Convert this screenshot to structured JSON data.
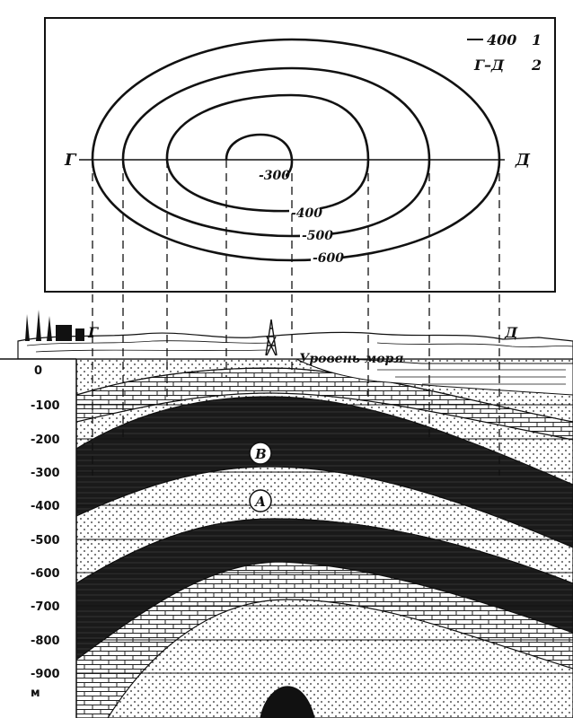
{
  "legend": {
    "isoline_sample": "400",
    "isoline_index": "1",
    "profile_sample": "Г–Д",
    "profile_index": "2"
  },
  "plan": {
    "point_left": "Г",
    "point_right": "Д",
    "contours": [
      "-300",
      "-400",
      "-500",
      "-600"
    ]
  },
  "section": {
    "point_left": "Г",
    "point_right": "Д",
    "sea_level": "Уровень моря",
    "depth_ticks": [
      "0",
      "-100",
      "-200",
      "-300",
      "-400",
      "-500",
      "-600",
      "-700",
      "-800",
      "-900"
    ],
    "depth_unit": "м",
    "layer_b": "В",
    "layer_a": "А"
  },
  "colors": {
    "ink": "#111111",
    "paper": "#ffffff",
    "shale": "#1a1a1a"
  }
}
